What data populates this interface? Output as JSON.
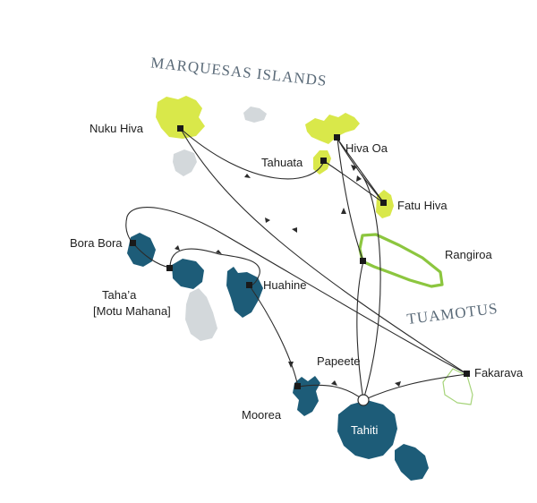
{
  "regions": {
    "marquesas": "MARQUESAS ISLANDS",
    "tuamotus": "TUAMOTUS"
  },
  "ports": {
    "nuku_hiva": "Nuku Hiva",
    "hiva_oa": "Hiva Oa",
    "tahuata": "Tahuata",
    "fatu_hiva": "Fatu Hiva",
    "rangiroa": "Rangiroa",
    "bora_bora": "Bora Bora",
    "tahaa_line1": "Taha’a",
    "tahaa_line2": "[Motu Mahana]",
    "huahine": "Huahine",
    "papeete": "Papeete",
    "moorea": "Moorea",
    "tahiti": "Tahiti",
    "fakarava": "Fakarava"
  },
  "colors": {
    "marquesas_islands": "#d9e84a",
    "society_islands": "#1d5c78",
    "unvisited_islands": "#d3d8db",
    "atoll_outline": "#8cc63f",
    "route": "#2b2b2b"
  }
}
